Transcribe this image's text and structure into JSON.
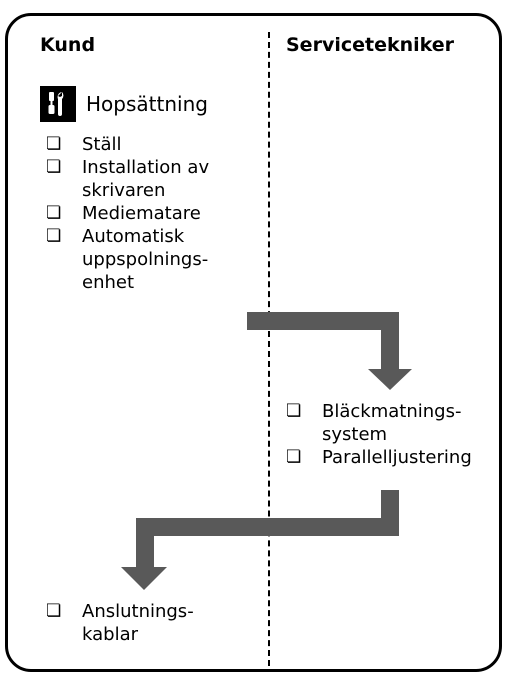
{
  "columns": {
    "left_title": "Kund",
    "right_title": "Servicetekniker"
  },
  "section": {
    "label": "Hopsättning",
    "icon": "tools-icon"
  },
  "checkbox_glyph": "❏",
  "customer_steps_1": [
    "Ställ",
    "Installation av skrivaren",
    "Mediematare",
    "Automatisk uppspolnings-enhet"
  ],
  "technician_steps": [
    "Bläckmatnings-system",
    "Parallelljustering"
  ],
  "customer_steps_2": [
    "Anslutnings-kablar"
  ],
  "colors": {
    "border": "#000000",
    "arrow": "#595959",
    "background": "#ffffff"
  }
}
